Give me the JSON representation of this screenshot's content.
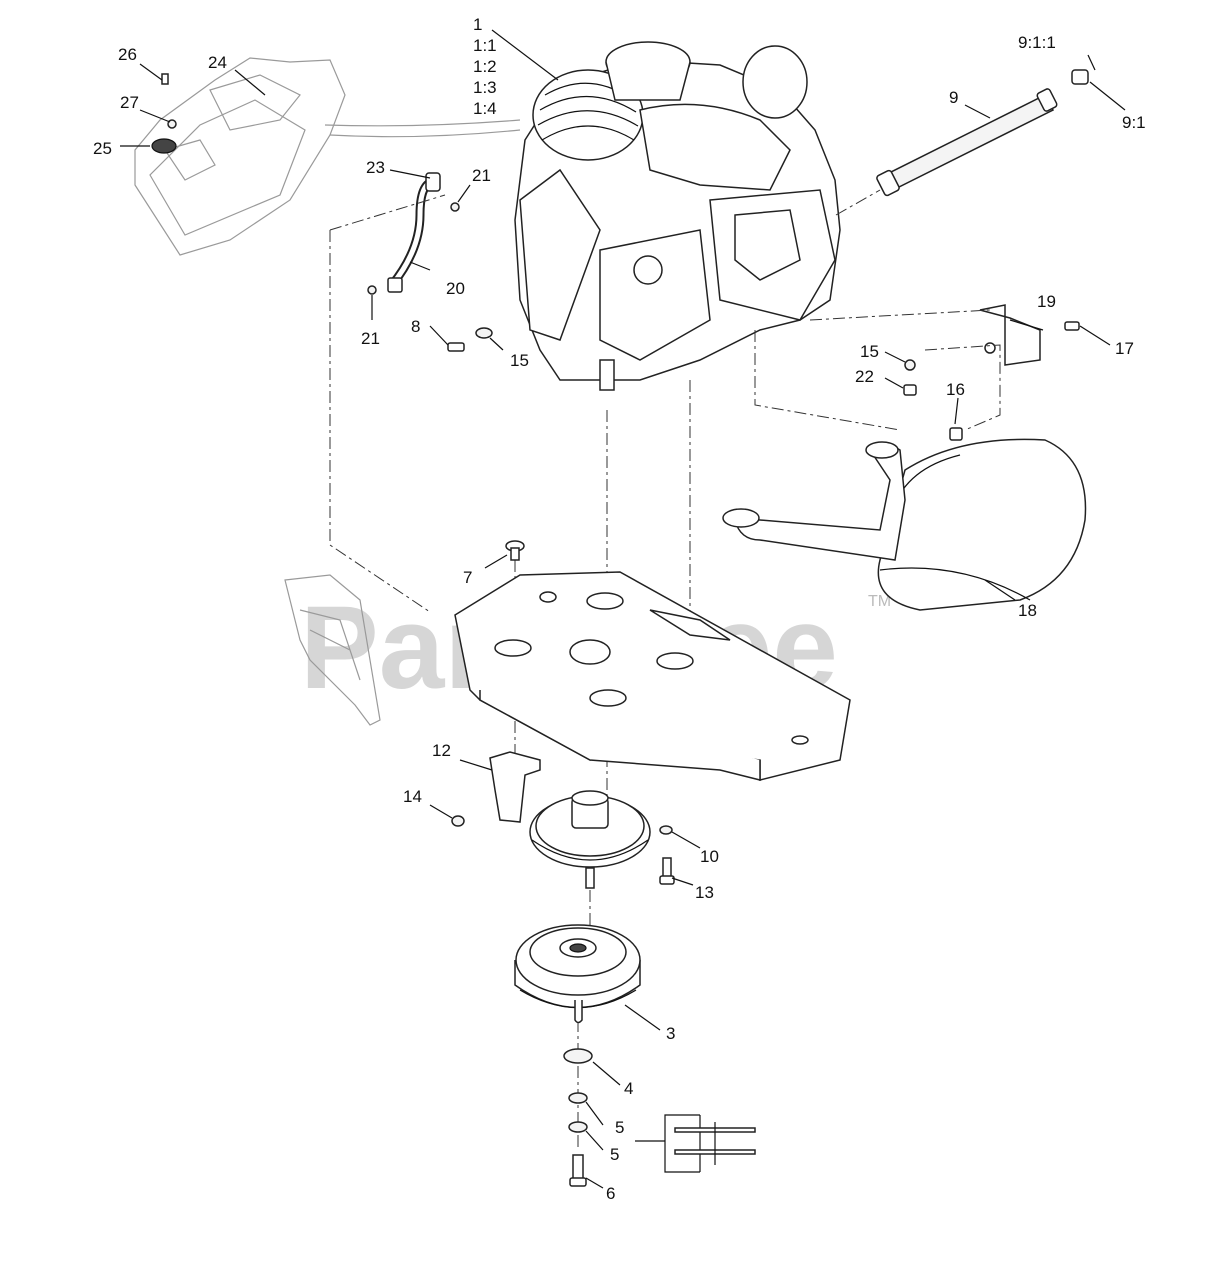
{
  "watermark": {
    "text": "PartsTree",
    "trademark": "TM"
  },
  "labels": {
    "l1": "1",
    "l1_1": "1:1",
    "l1_2": "1:2",
    "l1_3": "1:3",
    "l1_4": "1:4",
    "l3": "3",
    "l4": "4",
    "l5a": "5",
    "l5b": "5",
    "l6": "6",
    "l7": "7",
    "l8": "8",
    "l9": "9",
    "l9_1": "9:1",
    "l9_1_1": "9:1:1",
    "l10": "10",
    "l12": "12",
    "l13": "13",
    "l14": "14",
    "l15a": "15",
    "l15b": "15",
    "l16": "16",
    "l17": "17",
    "l18": "18",
    "l19": "19",
    "l20": "20",
    "l21a": "21",
    "l21b": "21",
    "l22": "22",
    "l23": "23",
    "l24": "24",
    "l25": "25",
    "l26": "26",
    "l27": "27"
  },
  "icons": {
    "engine": "engine-icon",
    "muffler": "muffler-icon",
    "clutch": "pto-clutch-icon",
    "pulley": "pulley-icon",
    "plate": "engine-deck-plate-icon",
    "panel": "control-panel-icon"
  }
}
